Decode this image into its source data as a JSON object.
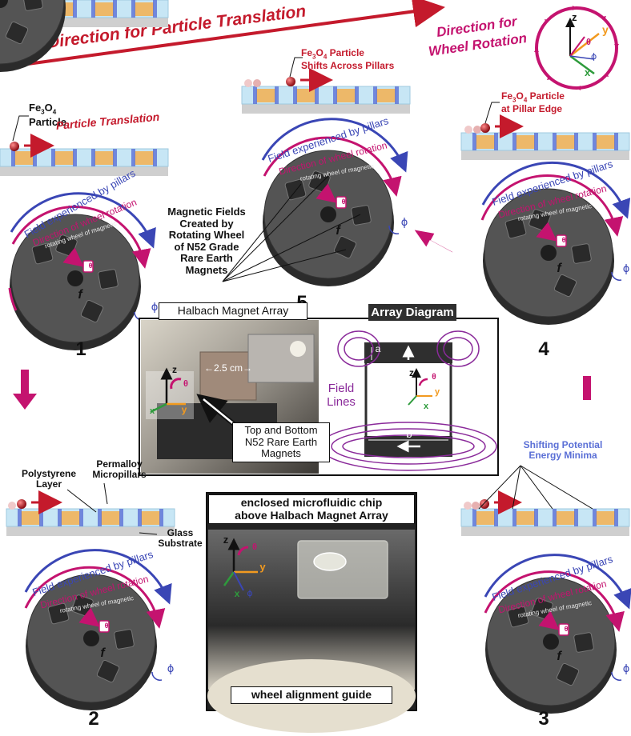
{
  "title": "Direction for Particle Translation",
  "wheel_rotation_title": [
    "Direction for",
    "Wheel Rotation"
  ],
  "axes": {
    "z": "z",
    "y": "y",
    "x": "x",
    "theta": "θ",
    "phi": "ϕ"
  },
  "particle_labels": {
    "p1": {
      "line1": "Fe",
      "sub1": "3",
      "mid": "O",
      "sub2": "4",
      "line2": "Particle"
    },
    "p1_translation": "Particle Translation",
    "p5": {
      "pre": "Fe",
      "sub1": "3",
      "mid": "O",
      "sub2": "4",
      "post": " Particle",
      "line2": "Shifts Across Pillars"
    },
    "p4": {
      "pre": "Fe",
      "sub1": "3",
      "mid": "O",
      "sub2": "4",
      "post": " Particle",
      "line2": "at Pillar Edge"
    }
  },
  "wheel_text": {
    "field": "Field experienced by pillars",
    "direction": "Direction of wheel rotation",
    "rim": "rotating wheel of magnetic",
    "f": "f"
  },
  "stage_numbers": [
    "1",
    "2",
    "3",
    "4",
    "5"
  ],
  "magnetic_fields_label": [
    "Magnetic Fields",
    "Created by",
    "Rotating Wheel",
    "of N52 Grade",
    "Rare Earth",
    "Magnets"
  ],
  "halbach": {
    "title": "Halbach Magnet Array",
    "dimension": "←2.5 cm→",
    "magnets_label": [
      "Top and Bottom",
      "N52 Rare Earth",
      "Magnets"
    ]
  },
  "array_diagram": {
    "title": "Array Diagram",
    "a": "a",
    "b": "b",
    "field_lines": [
      "Field",
      "Lines"
    ]
  },
  "layers": {
    "permalloy": [
      "Permalloy",
      "Micropillars"
    ],
    "polystyrene": [
      "Polystyrene",
      "Layer"
    ],
    "glass": [
      "Glass",
      "Substrate"
    ]
  },
  "shifting": [
    "Shifting Potential",
    "Energy Minima"
  ],
  "chip": {
    "title": [
      "enclosed microfluidic chip",
      "above Halbach Magnet Array"
    ],
    "guide": "wheel alignment guide"
  },
  "colors": {
    "red": "#c41a2c",
    "magenta": "#c4136f",
    "blue": "#3a46b5",
    "purple": "#8a2a9a",
    "orange": "#f29a1f",
    "green": "#2e9b3c",
    "pillar_blue": "#5a6fd6",
    "pillar_orange": "#f1b25a",
    "substrate": "#c7e6f5",
    "wheel": "#4a4a4a"
  }
}
